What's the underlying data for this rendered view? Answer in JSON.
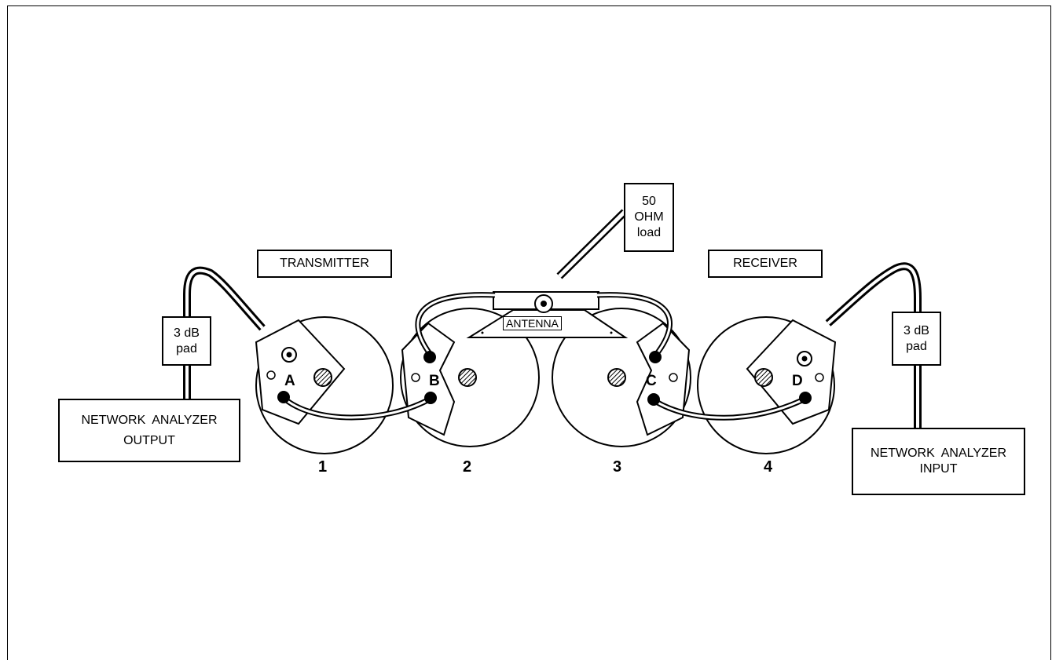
{
  "labels": {
    "transmitter": "TRANSMITTER",
    "receiver": "RECEIVER",
    "load_line1": "50",
    "load_line2": "OHM",
    "load_line3": "load",
    "antenna": "ANTENNA",
    "pad_left_line1": "3 dB",
    "pad_left_line2": "pad",
    "pad_right_line1": "3 dB",
    "pad_right_line2": "pad",
    "analyzer_output_line1": "NETWORK  ANALYZER",
    "analyzer_output_line2": "OUTPUT",
    "analyzer_input_line1": "NETWORK  ANALYZER",
    "analyzer_input_line2": "INPUT"
  },
  "ports": {
    "a": "A",
    "b": "B",
    "c": "C",
    "d": "D"
  },
  "units": [
    "1",
    "2",
    "3",
    "4"
  ]
}
